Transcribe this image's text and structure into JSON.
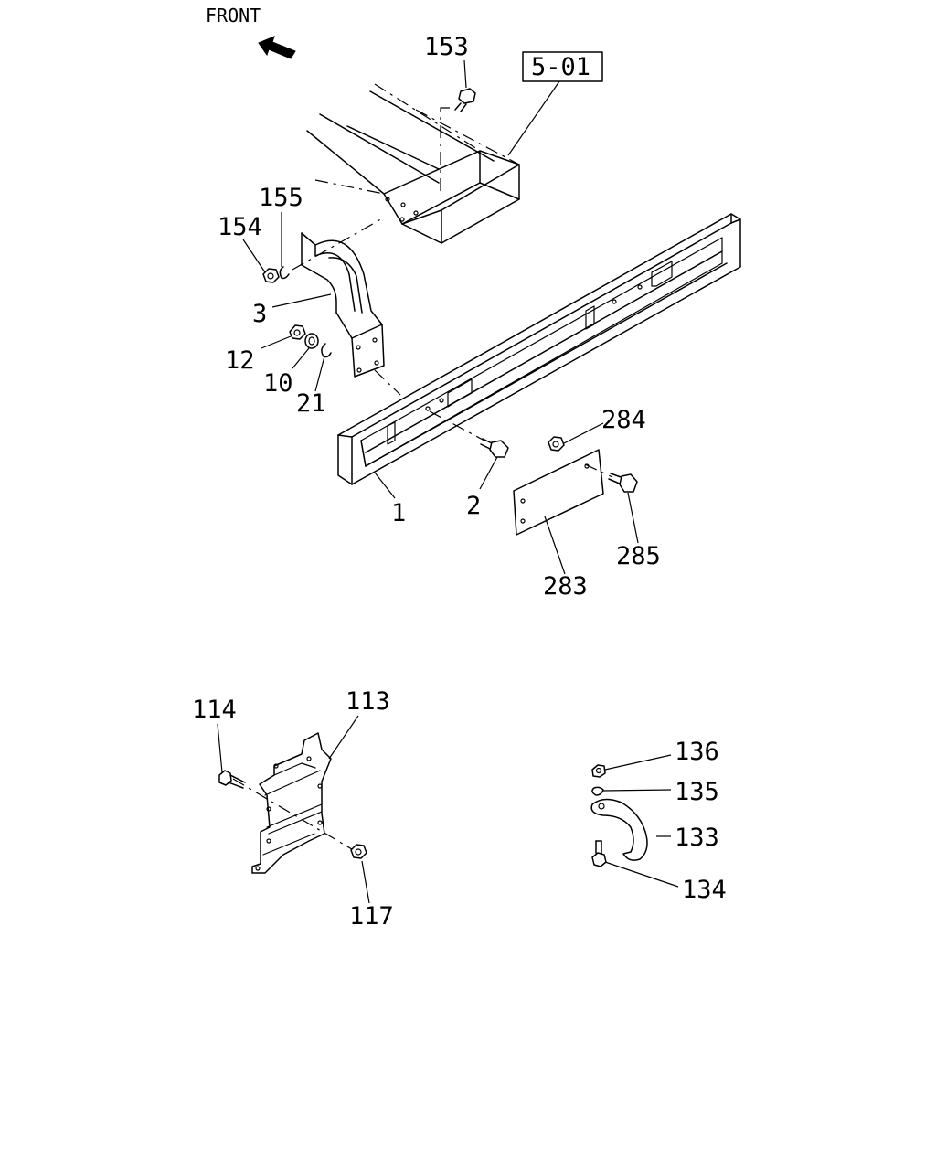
{
  "front_label": "FRONT",
  "ref_box": "5-01",
  "callouts": {
    "c153": "153",
    "c155": "155",
    "c154": "154",
    "c3": "3",
    "c12": "12",
    "c10": "10",
    "c21": "21",
    "c1": "1",
    "c2": "2",
    "c284": "284",
    "c285": "285",
    "c283": "283",
    "c114": "114",
    "c113": "113",
    "c117": "117",
    "c136": "136",
    "c135": "135",
    "c133": "133",
    "c134": "134"
  }
}
